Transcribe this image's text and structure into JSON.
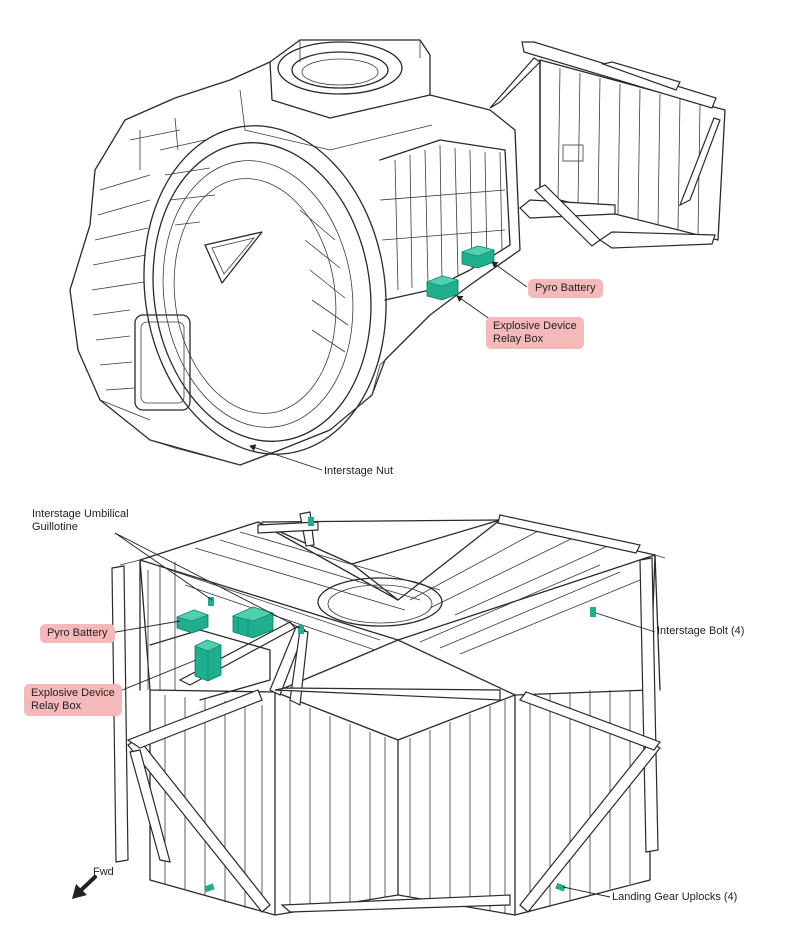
{
  "colors": {
    "highlight": "#f6b9b9",
    "component": "#1fae8e",
    "component_dark": "#0e7a62",
    "linework": "#2a2a2a"
  },
  "labels": {
    "top_pyro_battery": "Pyro Battery",
    "top_relay_box": "Explosive Device\nRelay Box",
    "interstage_nut": "Interstage  Nut",
    "umbilical_guillotine": "Interstage Umbilical\nGuillotine",
    "bottom_pyro_battery": "Pyro Battery",
    "bottom_relay_box": "Explosive Device\nRelay Box",
    "interstage_bolt": "Interstage Bolt (4)",
    "landing_gear_uplocks": "Landing Gear Uplocks (4)",
    "fwd": "Fwd"
  },
  "icons": {
    "fwd_arrow": "arrow-down-left-icon"
  }
}
